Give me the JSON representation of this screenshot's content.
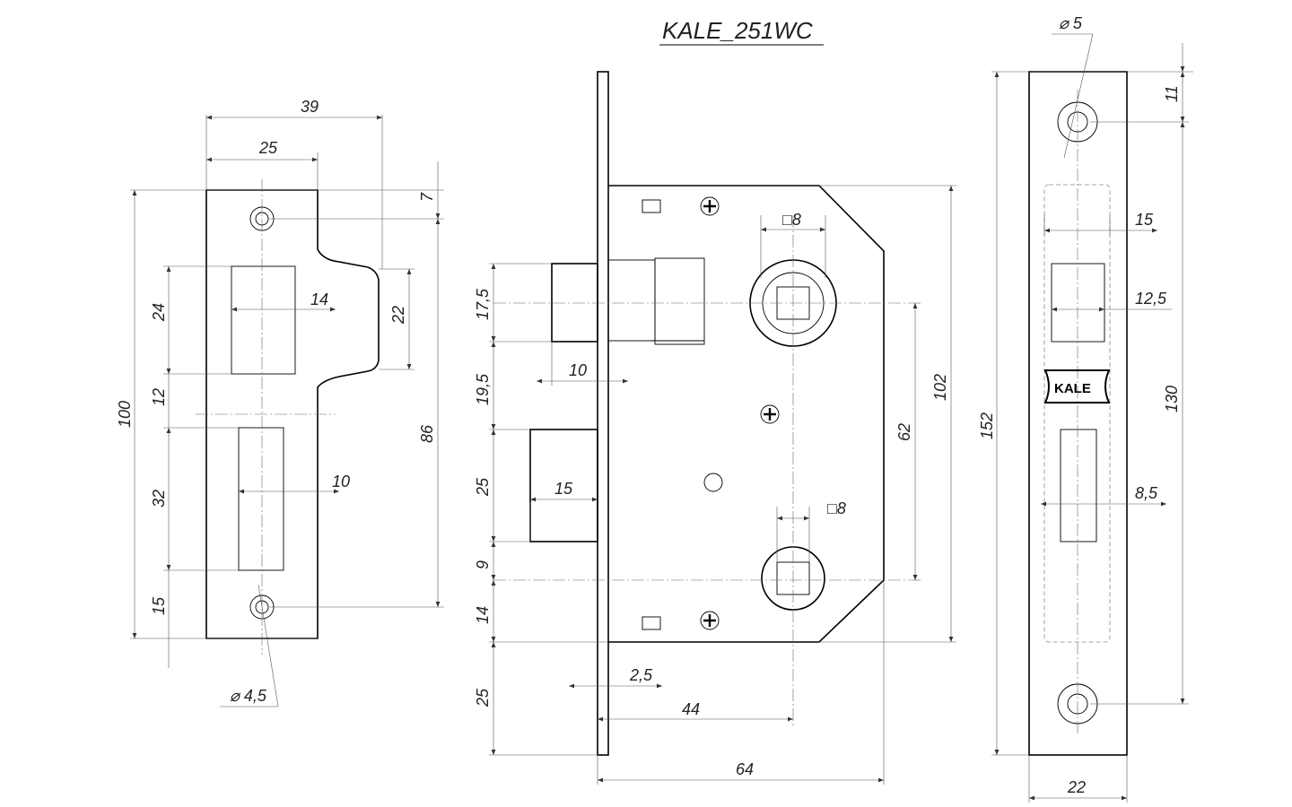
{
  "title": "KALE_251WC",
  "logo_text": "KALE",
  "strike_plate": {
    "dims": {
      "width_total": "39",
      "width_plate": "25",
      "top_hole": "7",
      "height": "100",
      "slot_height": "24",
      "slot_width": "14",
      "spacing": "12",
      "latch_slot_height": "32",
      "latch_slot_width": "10",
      "bottom_hole": "15",
      "lip_height": "22",
      "holes_distance": "86",
      "hole_diameter": "⌀ 4,5"
    }
  },
  "lock_body": {
    "dims": {
      "square_top": "□8",
      "square_bottom": "□8",
      "bolt_height": "17,5",
      "bolt_projection": "10",
      "gap_1": "19,5",
      "latch_height": "25",
      "latch_projection": "15",
      "gap_2": "9",
      "gap_3": "14",
      "face_offset": "25",
      "faceplate_thickness": "2,5",
      "backset": "44",
      "case_depth": "64",
      "case_height": "102",
      "spindle_distance": "62"
    }
  },
  "faceplate": {
    "dims": {
      "hole_diameter": "⌀ 5",
      "top_offset": "11",
      "bolt_width": "15",
      "bolt_opening": "12,5",
      "holes_distance": "130",
      "total_height": "152",
      "latch_opening": "8,5",
      "width": "22"
    }
  }
}
